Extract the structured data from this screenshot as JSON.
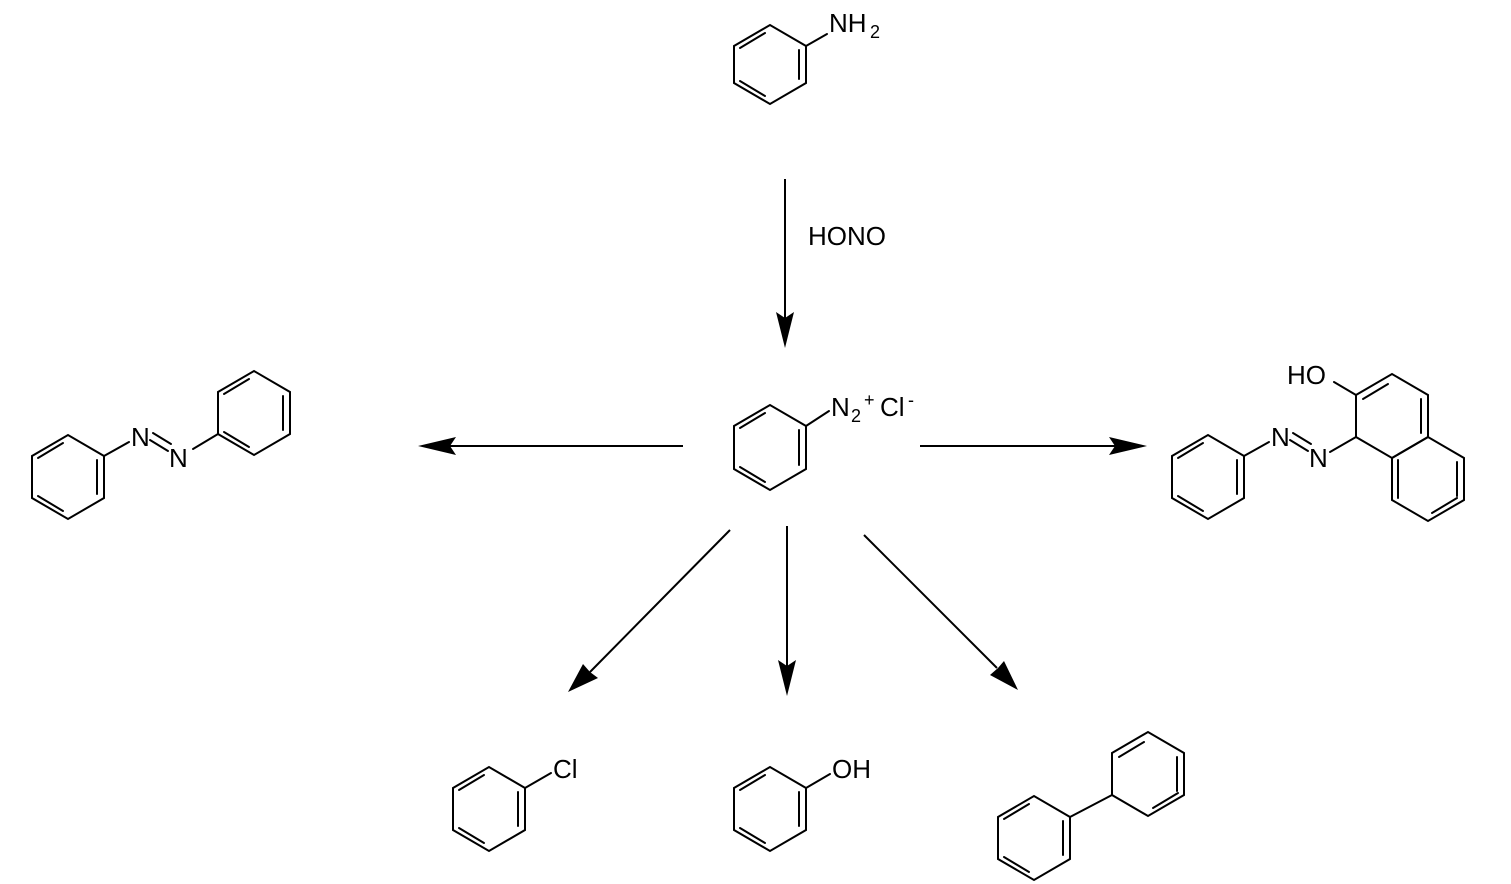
{
  "scheme": {
    "reagent": "HONO",
    "starting_material": {
      "name": "aniline",
      "label_main": "NH",
      "label_sub": "2"
    },
    "intermediate": {
      "name": "benzenediazonium chloride",
      "label_n": "N",
      "label_sub": "2",
      "label_sup": "+",
      "label_cl": "Cl",
      "label_cl_sup": "-"
    },
    "products": {
      "azobenzene": {
        "n1": "N",
        "n2": "N"
      },
      "azo_naphthol": {
        "oh": "HO",
        "n1": "N",
        "n2": "N"
      },
      "chlorobenzene": {
        "label": "Cl"
      },
      "phenol": {
        "label": "OH"
      },
      "biphenyl": {}
    }
  }
}
